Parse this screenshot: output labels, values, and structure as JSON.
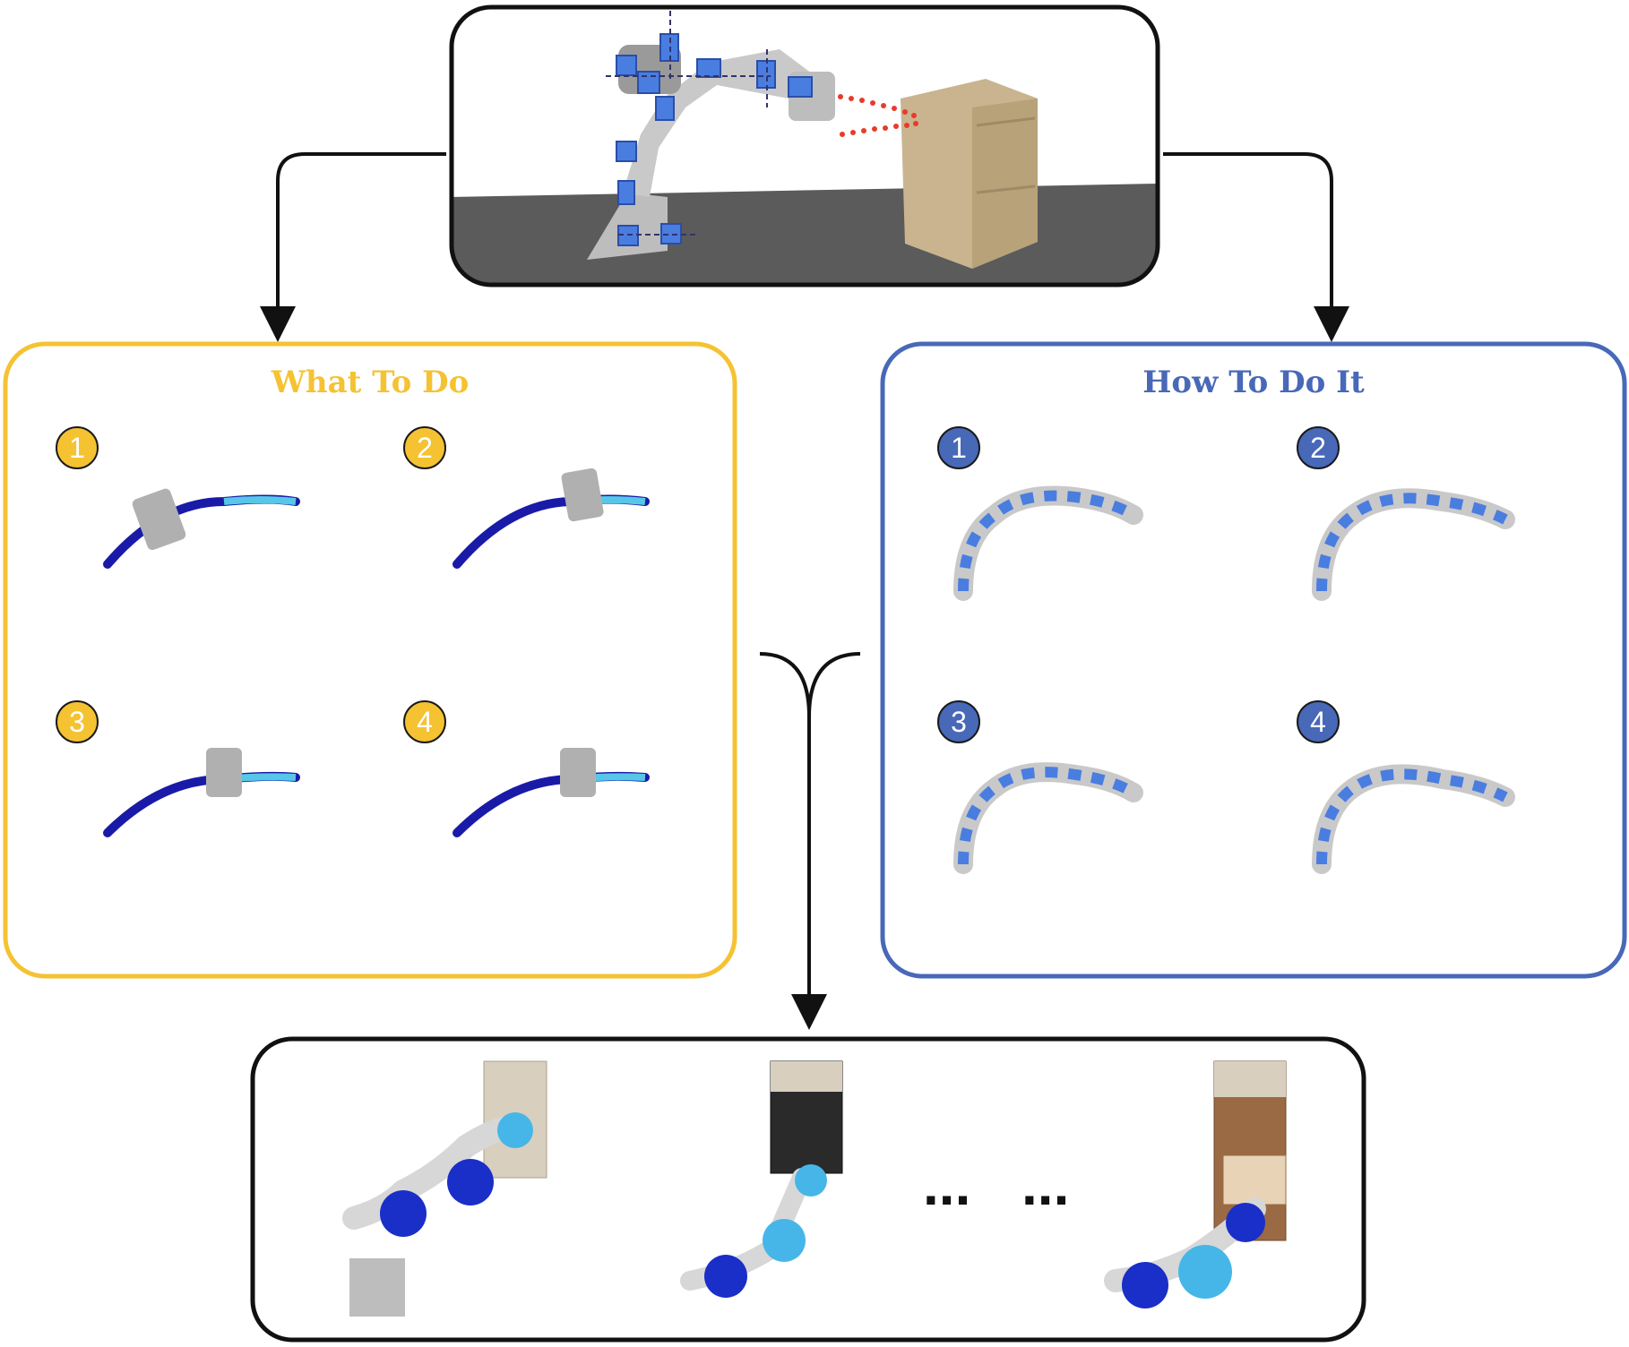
{
  "colors": {
    "what_accent": "#f5c232",
    "how_accent": "#4868b8",
    "frame": "#111111",
    "wall": "#d8cfc2",
    "floor": "#5b5b5b",
    "cabinet": "#c9b48f",
    "robot_link": "#c9c9c9",
    "joint_blue": "#4a7de0",
    "trajectory_dark": "#1a1aa8",
    "target_dots": "#e83a2a"
  },
  "top_scene": {
    "description_icon": "robot-arm-with-joint-frames-and-cabinet-icon"
  },
  "what_panel": {
    "title": "What To Do",
    "tiles": [
      {
        "number": "1"
      },
      {
        "number": "2"
      },
      {
        "number": "3"
      },
      {
        "number": "4"
      }
    ]
  },
  "how_panel": {
    "title": "How To Do It",
    "tiles": [
      {
        "number": "1"
      },
      {
        "number": "2"
      },
      {
        "number": "3"
      },
      {
        "number": "4"
      }
    ]
  },
  "bottom_scene": {
    "ellipsis_left": "...",
    "ellipsis_right": "..."
  }
}
